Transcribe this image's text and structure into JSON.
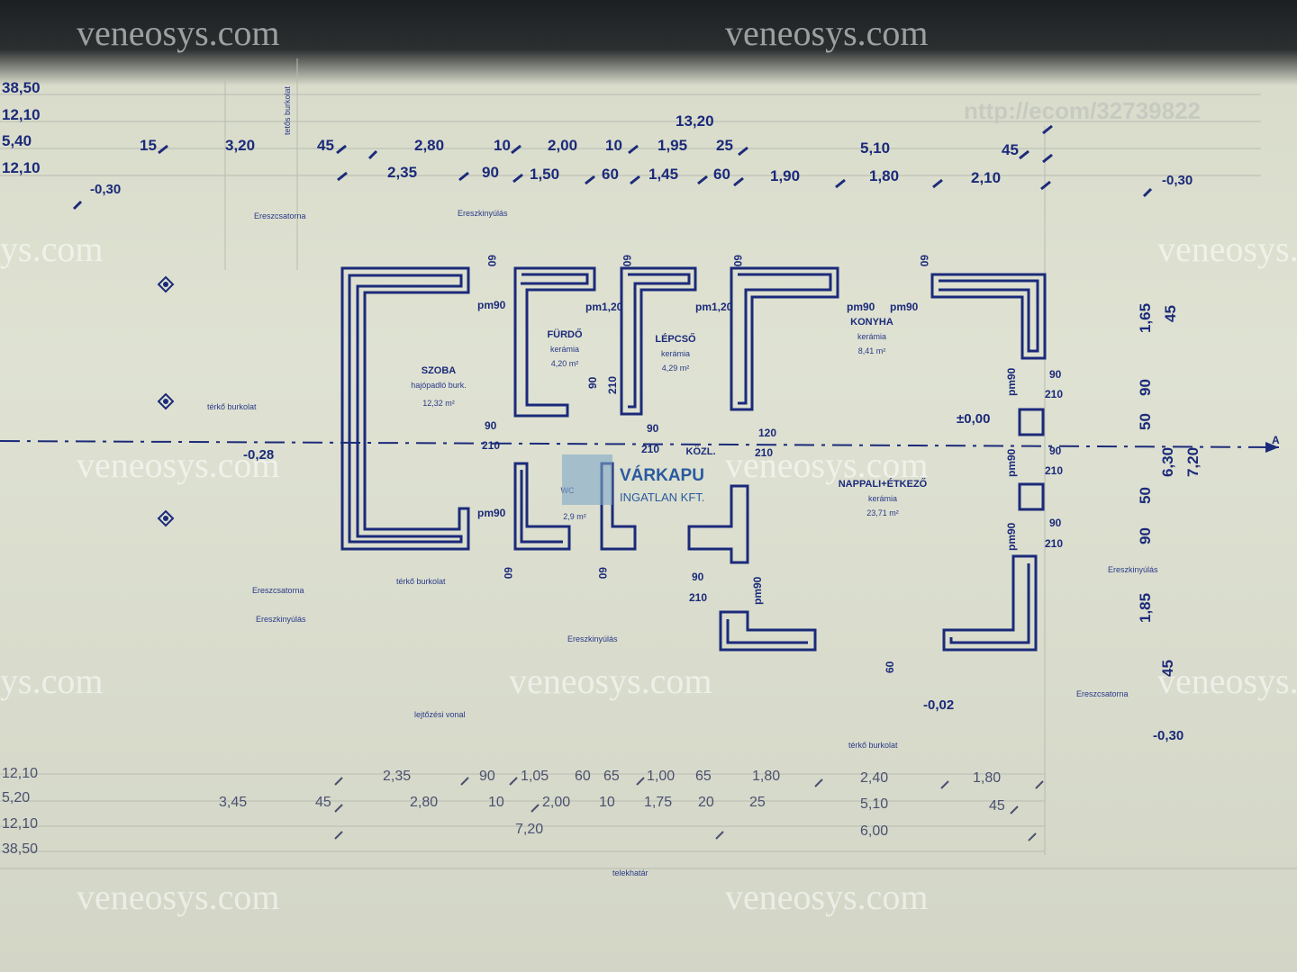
{
  "watermark": "veneosys.com",
  "watermark_partial": "ys.com",
  "stamp_partial": "nttp://ecom/32739822",
  "rooms": [
    {
      "id": "szoba",
      "name": "SZOBA",
      "sub": "hajópadló burk.",
      "area": "12,32 m²"
    },
    {
      "id": "furdo",
      "name": "FÜRDŐ",
      "sub": "kerámia",
      "area": "4,20 m²"
    },
    {
      "id": "lepcso",
      "name": "LÉPCSŐ",
      "sub": "kerámia",
      "area": "4,29 m²"
    },
    {
      "id": "konyha",
      "name": "KONYHA",
      "sub": "kerámia",
      "area": "8,41 m²"
    },
    {
      "id": "nappali",
      "name": "NAPPALI+ÉTKEZŐ",
      "sub": "kerámia",
      "area": "23,71 m²"
    },
    {
      "id": "kozl",
      "name": "KÖZL."
    },
    {
      "id": "wc",
      "name": "WC",
      "area": "2,9 m²"
    }
  ],
  "logo": {
    "title": "VÁRKAPU",
    "subtitle": "INGATLAN KFT."
  },
  "levels": {
    "l1": "-0,30",
    "l2": "-0,30",
    "l3": "-0,28",
    "l4": "±0,00",
    "l5": "-0,02",
    "l6": "-0,30"
  },
  "top_dims": {
    "left_col": [
      "38,50",
      "12,10",
      "5,40",
      "12,10"
    ],
    "overall": "13,20",
    "row1": [
      "15",
      "3,20",
      "45",
      "2,80",
      "10",
      "2,00",
      "10",
      "1,95",
      "25",
      "5,10",
      "45"
    ],
    "row2": [
      "2,35",
      "90",
      "1,50",
      "60",
      "1,45",
      "60",
      "1,90",
      "1,80",
      "2,10"
    ]
  },
  "bottom_dims": {
    "left_col": [
      "12,10",
      "5,20",
      "12,10",
      "38,50"
    ],
    "row1": [
      "2,35",
      "90",
      "1,05",
      "60",
      "65",
      "1,00",
      "65",
      "1,80",
      "2,40",
      "1,80"
    ],
    "row2": [
      "3,45",
      "45",
      "2,80",
      "10",
      "2,00",
      "10",
      "1,75",
      "20",
      "25",
      "5,10",
      "45"
    ],
    "row3": [
      "7,20",
      "6,00"
    ]
  },
  "right_dims": [
    "1,65",
    "45",
    "90",
    "50",
    "50",
    "90",
    "1,85",
    "45",
    "6,30",
    "7,20"
  ],
  "door_labels": {
    "pm90": "pm90",
    "pm120": "pm1,20",
    "d90": "90",
    "d210": "210",
    "d120": "120",
    "d60": "60",
    "axis": "A"
  },
  "notes": {
    "ereszcsatorna": "Ereszcsatorna",
    "ereszkinyulas": "Ereszkinyúlás",
    "jardaburkolat": "térkő burkolat",
    "lepcso_vonal": "lejtőzési vonal",
    "bottom_title": "telekhatár",
    "vertical_note": "tetős burkolat"
  },
  "colors": {
    "ink": "#1b2a7a",
    "paper": "#dfe2d2",
    "logo": "#2a5aa0"
  }
}
